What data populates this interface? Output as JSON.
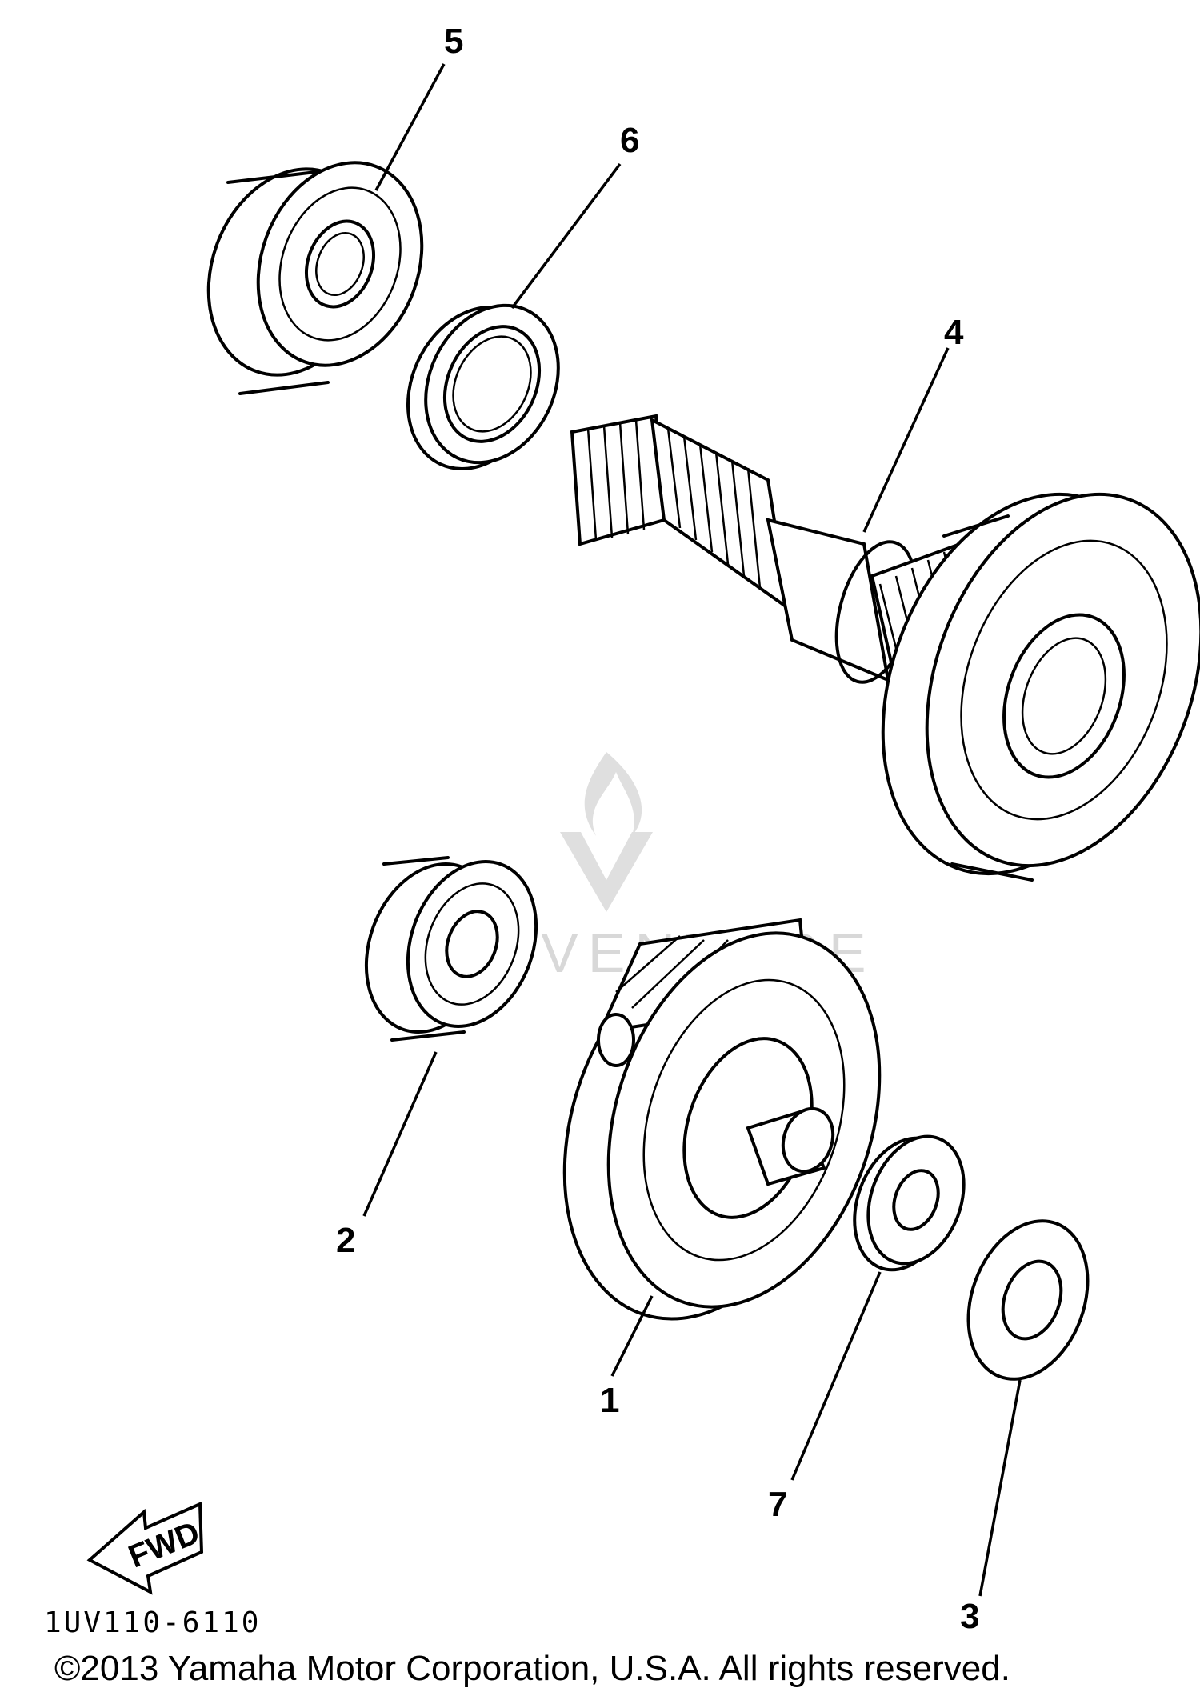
{
  "diagram": {
    "parts": [
      {
        "number": "1"
      },
      {
        "number": "2"
      },
      {
        "number": "3"
      },
      {
        "number": "4"
      },
      {
        "number": "5"
      },
      {
        "number": "6"
      },
      {
        "number": "7"
      }
    ],
    "direction_label": "FWD",
    "diagram_code": "1UV110-6110",
    "copyright": "©2013 Yamaha Motor Corporation, U.S.A. All rights reserved.",
    "watermark": {
      "text": "LEOVENTURE",
      "icon": "flame-v-logo-icon",
      "color": "#d8d8d8"
    }
  }
}
